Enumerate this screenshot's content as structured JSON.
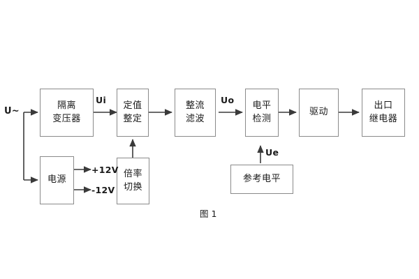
{
  "figure": {
    "caption": "图 1",
    "background_color": "#ffffff",
    "line_color": "#8a8a8a",
    "text_color": "#1a1a1a"
  },
  "input": {
    "label": "U~"
  },
  "blocks": [
    {
      "id": "isolation-transformer",
      "line1": "隔离",
      "line2": "变压器"
    },
    {
      "id": "setting-adjust",
      "line1": "定值",
      "line2": "整定"
    },
    {
      "id": "rectify-filter",
      "line1": "整流",
      "line2": "滤波"
    },
    {
      "id": "level-detect",
      "line1": "电平",
      "line2": "检测"
    },
    {
      "id": "driver",
      "line1": "驱动",
      "line2": ""
    },
    {
      "id": "output-relay",
      "line1": "出口",
      "line2": "继电器"
    },
    {
      "id": "power-supply",
      "line1": "电源",
      "line2": ""
    },
    {
      "id": "multiplier-switch",
      "line1": "倍率",
      "line2": "切换"
    },
    {
      "id": "reference-level",
      "line1": "参考电平",
      "line2": ""
    }
  ],
  "signals": {
    "ui": "Ui",
    "uo": "Uo",
    "ue": "Ue"
  },
  "power_rails": [
    {
      "id": "rail-pos",
      "label": "+12V"
    },
    {
      "id": "rail-neg",
      "label": "-12V"
    }
  ]
}
